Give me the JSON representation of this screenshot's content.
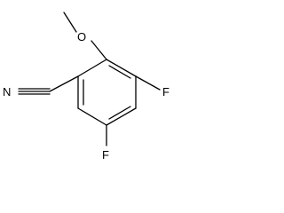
{
  "molecule": {
    "atoms": {
      "oxygen": "O",
      "fluorine_upper": "F",
      "fluorine_lower": "F",
      "nitrogen": "N"
    },
    "colors": {
      "bond": "#000000",
      "label": "#000000",
      "background": "#ffffff"
    }
  }
}
